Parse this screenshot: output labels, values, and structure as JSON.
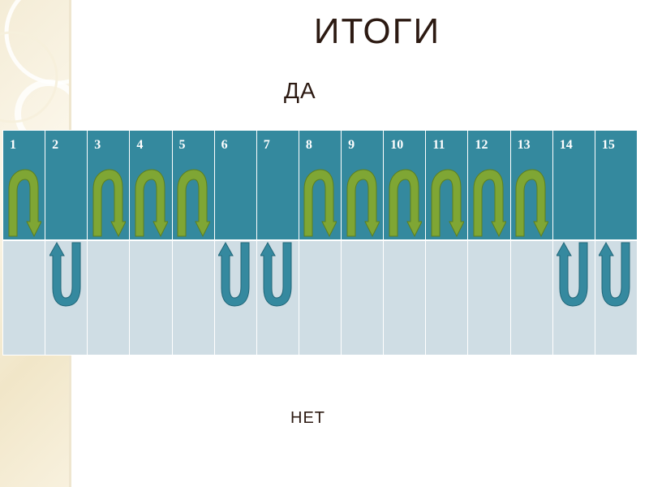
{
  "slide": {
    "title": "ИТОГИ",
    "yes_label": "ДА",
    "no_label": "НЕТ"
  },
  "colors": {
    "top_row": "#34899e",
    "bottom_row": "#cfdde4",
    "yes_arrow": "#7fa634",
    "no_arrow": "#35899f"
  },
  "columns": [
    {
      "number": "1",
      "answer": "yes"
    },
    {
      "number": "2",
      "answer": "no"
    },
    {
      "number": "3",
      "answer": "yes"
    },
    {
      "number": "4",
      "answer": "yes"
    },
    {
      "number": "5",
      "answer": "yes"
    },
    {
      "number": "6",
      "answer": "no"
    },
    {
      "number": "7",
      "answer": "no"
    },
    {
      "number": "8",
      "answer": "yes"
    },
    {
      "number": "9",
      "answer": "yes"
    },
    {
      "number": "10",
      "answer": "yes"
    },
    {
      "number": "11",
      "answer": "yes"
    },
    {
      "number": "12",
      "answer": "yes"
    },
    {
      "number": "13",
      "answer": "yes"
    },
    {
      "number": "14",
      "answer": "no"
    },
    {
      "number": "15",
      "answer": "no"
    }
  ]
}
